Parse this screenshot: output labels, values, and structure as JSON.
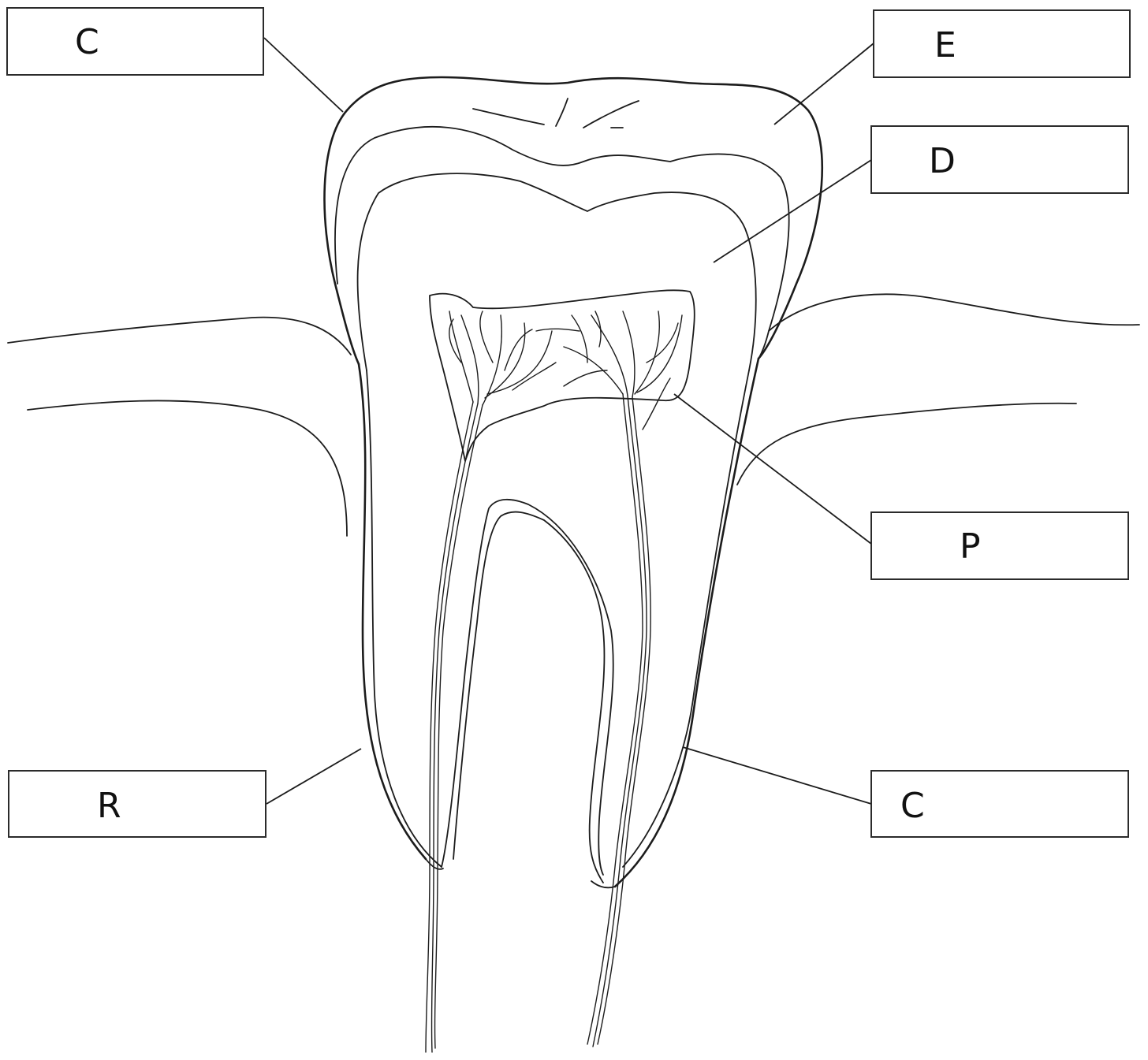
{
  "diagram": {
    "labels": {
      "crown": "C",
      "enamel": "E",
      "dentin": "D",
      "pulp": "P",
      "root": "R",
      "cementum": "C"
    }
  }
}
